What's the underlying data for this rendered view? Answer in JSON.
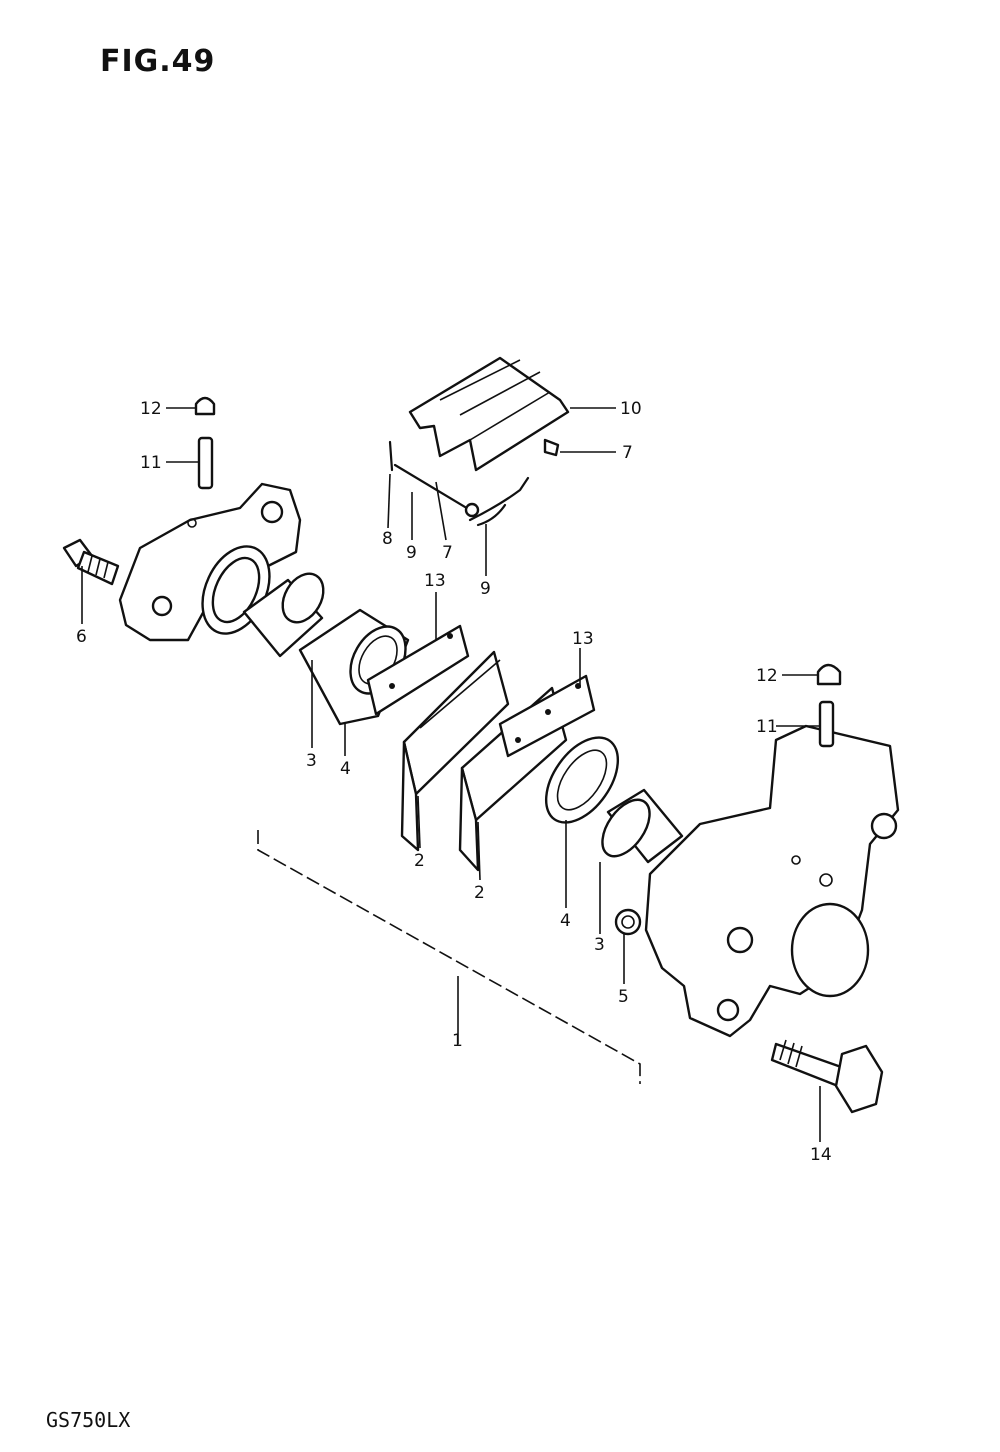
{
  "figure": {
    "title": "FIG.49",
    "model": "GS750LX"
  },
  "callouts": {
    "c1": "1",
    "c2a": "2",
    "c2b": "2",
    "c3a": "3",
    "c3b": "3",
    "c4a": "4",
    "c4b": "4",
    "c5": "5",
    "c6": "6",
    "c7a": "7",
    "c7b": "7",
    "c8": "8",
    "c9a": "9",
    "c9b": "9",
    "c10": "10",
    "c11a": "11",
    "c11b": "11",
    "c12a": "12",
    "c12b": "12",
    "c13a": "13",
    "c13b": "13",
    "c14": "14"
  }
}
